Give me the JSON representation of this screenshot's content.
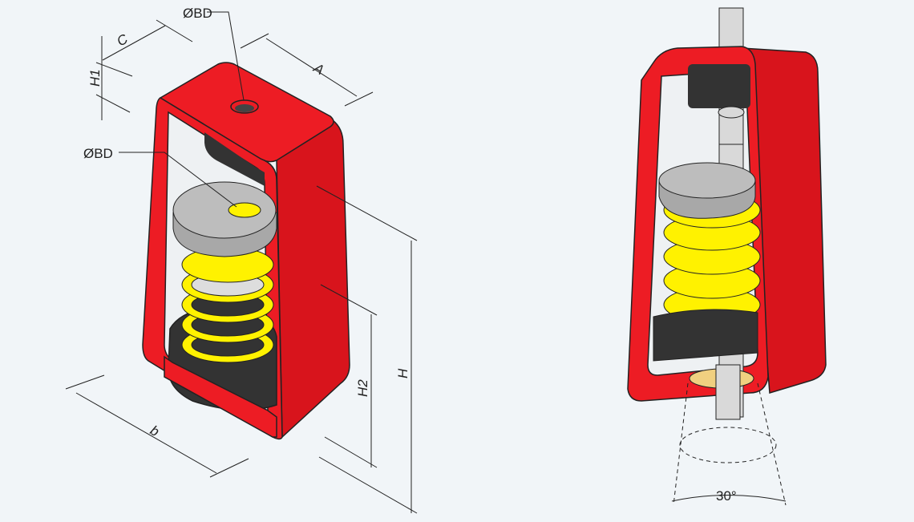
{
  "colors": {
    "background": "#f1f5f8",
    "housing": "#ed1c24",
    "spring": "#fff200",
    "washer": "#bdbdbd",
    "rubber": "#333333",
    "rod": "#d9d9d9"
  },
  "labels": {
    "bore_top": "ØBD",
    "bore_washer": "ØBD",
    "dim_c": "C",
    "dim_h1": "H1",
    "dim_a": "A",
    "dim_h2": "H2",
    "dim_h": "H",
    "dim_b": "b",
    "angle": "30°"
  }
}
